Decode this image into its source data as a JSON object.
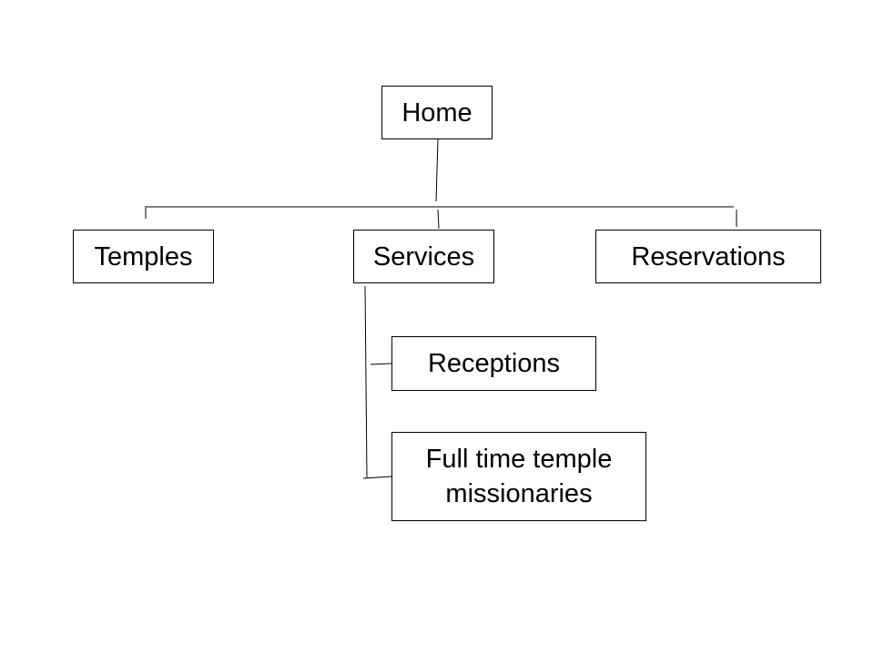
{
  "diagram": {
    "nodes": {
      "home": {
        "label": "Home"
      },
      "temples": {
        "label": "Temples"
      },
      "services": {
        "label": "Services"
      },
      "reservations": {
        "label": "Reservations"
      },
      "receptions": {
        "label": "Receptions"
      },
      "missionaries": {
        "line1": "Full time temple",
        "line2": "missionaries"
      }
    },
    "edges": [
      {
        "from": "Home",
        "to": "Temples"
      },
      {
        "from": "Home",
        "to": "Services"
      },
      {
        "from": "Home",
        "to": "Reservations"
      },
      {
        "from": "Services",
        "to": "Receptions"
      },
      {
        "from": "Services",
        "to": "Full time temple missionaries"
      }
    ],
    "line_color": "#000000",
    "box_border_color": "#000000"
  }
}
